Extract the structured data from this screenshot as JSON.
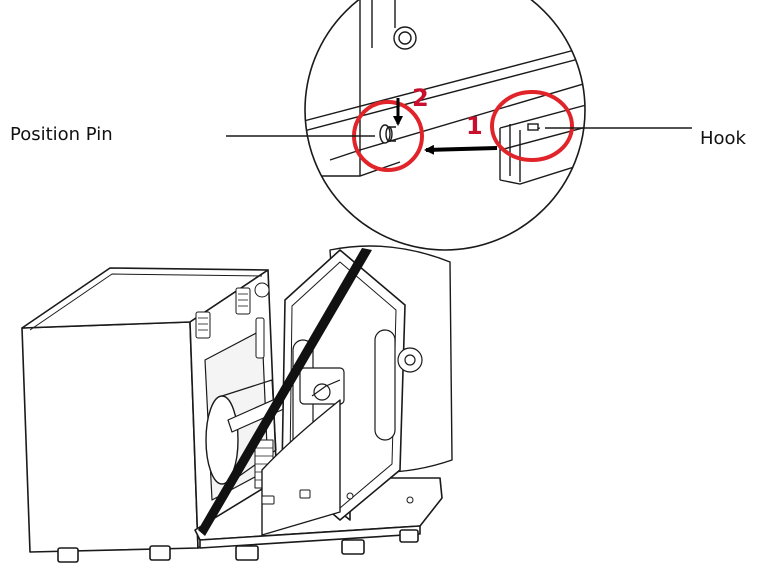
{
  "callouts": {
    "position_pin": "Position Pin",
    "hook": "Hook"
  },
  "steps": {
    "step1": "1",
    "step2": "2"
  },
  "colors": {
    "highlight_red": "#e0242a",
    "step_red": "#c8102e",
    "line": "#1a1a1a"
  }
}
